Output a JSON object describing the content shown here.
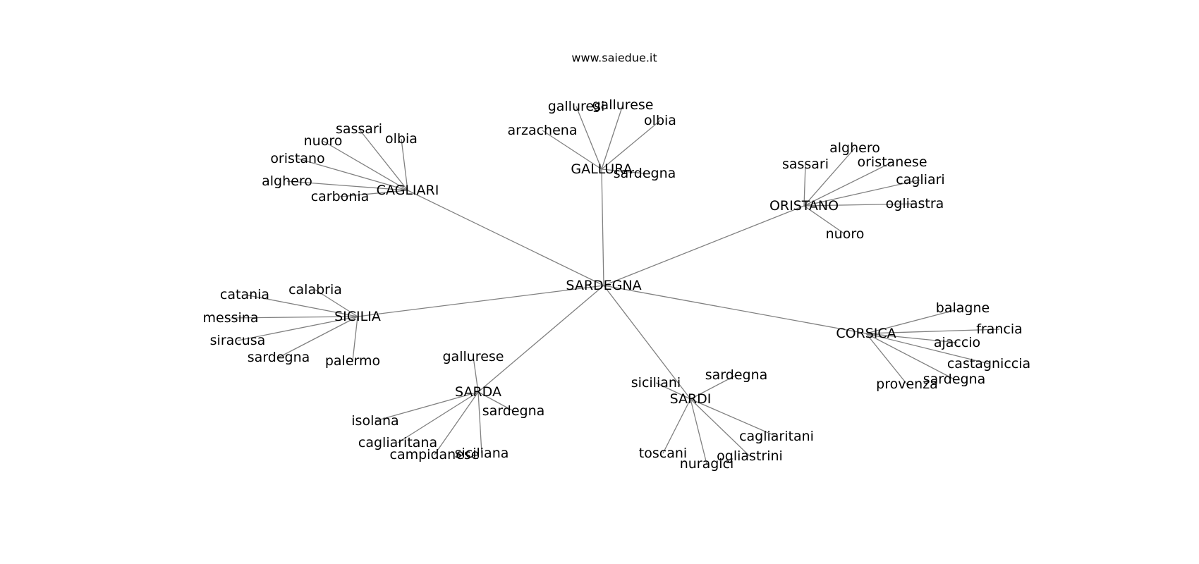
{
  "title": "www.saiedue.it",
  "colors": {
    "edge": "#808080",
    "text": "#000000",
    "background": "#ffffff"
  },
  "graph": {
    "root": "SARDEGNA",
    "branches": [
      {
        "hub": "CAGLIARI",
        "leaves": [
          "sassari",
          "olbia",
          "nuoro",
          "oristano",
          "alghero",
          "carbonia"
        ]
      },
      {
        "hub": "GALLURA",
        "leaves": [
          "galluresi",
          "gallurese",
          "olbia",
          "arzachena",
          "sardegna"
        ]
      },
      {
        "hub": "ORISTANO",
        "leaves": [
          "alghero",
          "sassari",
          "oristanese",
          "cagliari",
          "ogliastra",
          "nuoro"
        ]
      },
      {
        "hub": "SICILIA",
        "leaves": [
          "catania",
          "calabria",
          "messina",
          "siracusa",
          "sardegna",
          "palermo"
        ]
      },
      {
        "hub": "CORSICA",
        "leaves": [
          "balagne",
          "francia",
          "ajaccio",
          "castagniccia",
          "sardegna",
          "provenza"
        ]
      },
      {
        "hub": "SARDA",
        "leaves": [
          "gallurese",
          "sardegna",
          "isolana",
          "cagliaritana",
          "campidanese",
          "siciliana"
        ]
      },
      {
        "hub": "SARDI",
        "leaves": [
          "sardegna",
          "siciliani",
          "cagliaritani",
          "toscani",
          "ogliastrini",
          "nuragici"
        ]
      }
    ]
  }
}
